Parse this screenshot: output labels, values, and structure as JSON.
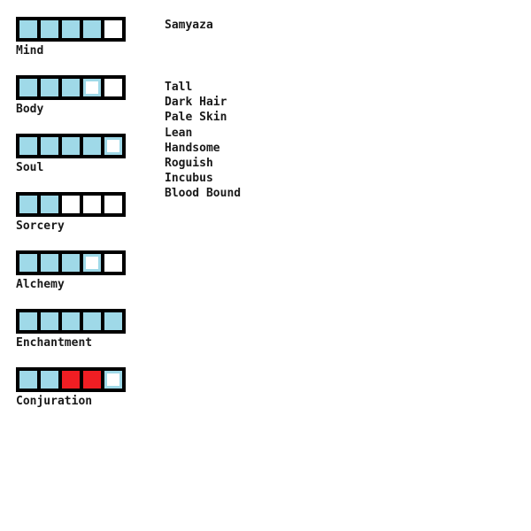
{
  "theme": {
    "background": "#ffffff",
    "text": "#1a1a1a",
    "meter_frame": "#000000",
    "fill_blue": "#9fd9e8",
    "fill_red": "#f01e23",
    "empty": "#ffffff"
  },
  "identity": {
    "name": "Samyaza"
  },
  "traits": [
    {
      "label": "Tall"
    },
    {
      "label": "Dark Hair"
    },
    {
      "label": "Pale Skin"
    },
    {
      "label": "Lean"
    },
    {
      "label": "Handsome"
    },
    {
      "label": "Roguish"
    },
    {
      "label": "Incubus"
    },
    {
      "label": "Blood Bound"
    }
  ],
  "stats": [
    {
      "label": "Mind",
      "max": 5,
      "value": 4,
      "cells": [
        "filled",
        "filled",
        "filled",
        "filled",
        "empty"
      ]
    },
    {
      "label": "Body",
      "max": 5,
      "value": 3,
      "cells": [
        "filled",
        "filled",
        "filled",
        "partial",
        "empty"
      ]
    },
    {
      "label": "Soul",
      "max": 5,
      "value": 4,
      "cells": [
        "filled",
        "filled",
        "filled",
        "filled",
        "partial"
      ]
    },
    {
      "label": "Sorcery",
      "max": 5,
      "value": 2,
      "cells": [
        "filled",
        "filled",
        "empty",
        "empty",
        "empty"
      ]
    },
    {
      "label": "Alchemy",
      "max": 5,
      "value": 3,
      "cells": [
        "filled",
        "filled",
        "filled",
        "partial",
        "empty"
      ]
    },
    {
      "label": "Enchantment",
      "max": 5,
      "value": 5,
      "cells": [
        "filled",
        "filled",
        "filled",
        "filled",
        "filled"
      ]
    },
    {
      "label": "Conjuration",
      "max": 5,
      "value": 4,
      "cells": [
        "filled",
        "filled",
        "filled-red",
        "filled-red",
        "partial"
      ]
    }
  ]
}
